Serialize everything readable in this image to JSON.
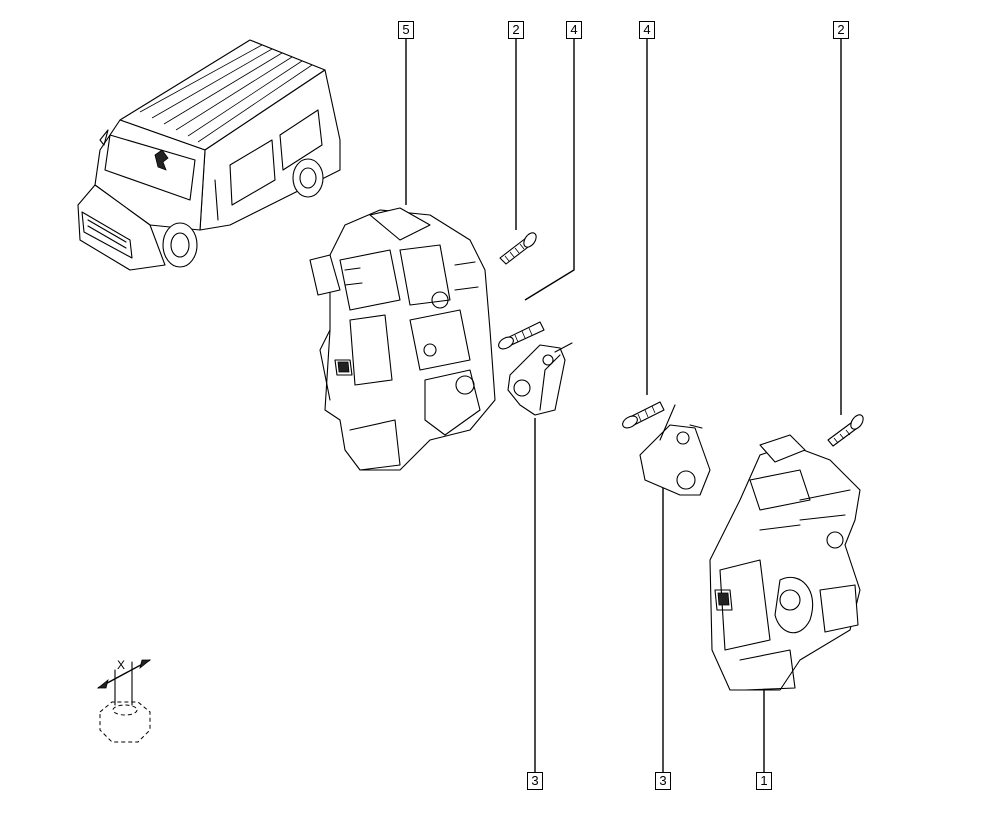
{
  "callouts": {
    "c5": "5",
    "c2_left": "2",
    "c4_left": "4",
    "c4_right": "4",
    "c2_right": "2",
    "c3_left": "3",
    "c3_mid": "3",
    "c1": "1"
  },
  "dimension_label": "X"
}
